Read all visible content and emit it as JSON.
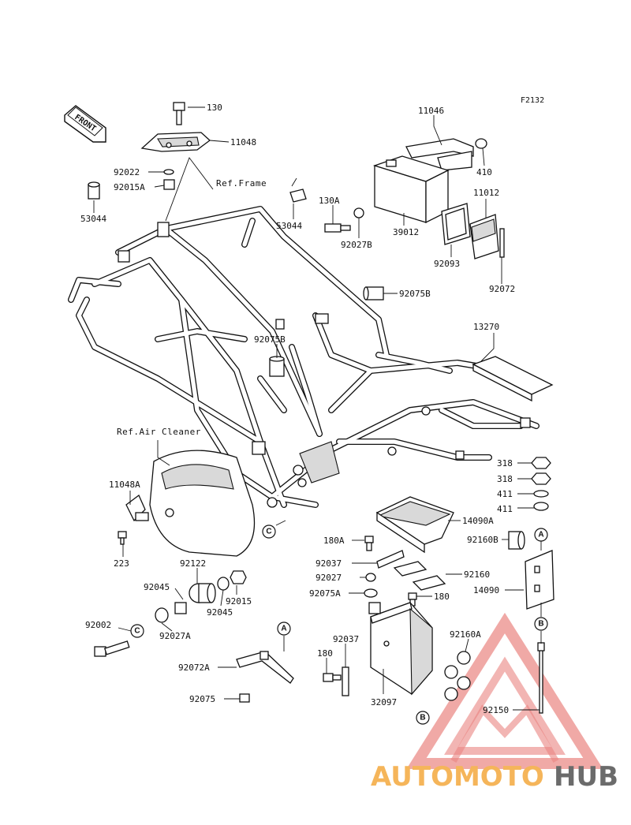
{
  "figure_code": "F2132",
  "front_badge": "FRONT",
  "references": {
    "frame": "Ref.Frame",
    "air_cleaner": "Ref.Air Cleaner"
  },
  "callouts": {
    "c": "C",
    "a": "A",
    "b": "B"
  },
  "parts": {
    "p130": "130",
    "p11048": "11048",
    "p92022": "92022",
    "p92015A": "92015A",
    "p53044_left": "53044",
    "p53044_right": "53044",
    "p130A": "130A",
    "p92027B": "92027B",
    "p11046": "11046",
    "p410": "410",
    "p39012": "39012",
    "p92093": "92093",
    "p11012": "11012",
    "p92072": "92072",
    "p92075B_top": "92075B",
    "p92075B_mid": "92075B",
    "p13270": "13270",
    "p318_a": "318",
    "p318_b": "318",
    "p411_a": "411",
    "p411_b": "411",
    "p14090A": "14090A",
    "p92160B": "92160B",
    "p14090": "14090",
    "p92160": "92160",
    "p180A": "180A",
    "p92037_top": "92037",
    "p92027": "92027",
    "p92075A": "92075A",
    "p180_right": "180",
    "p92160A": "92160A",
    "p92037_bottom": "92037",
    "p180_left": "180",
    "p32097": "32097",
    "p92150": "92150",
    "p11048A": "11048A",
    "p223": "223",
    "p92122": "92122",
    "p92045_left": "92045",
    "p92015": "92015",
    "p92045_bottom": "92045",
    "p92002": "92002",
    "p92027A": "92027A",
    "p92072A": "92072A",
    "p92075": "92075"
  },
  "watermark": {
    "word_highlight": "AUTOMOTO",
    "word_dark": "HUB",
    "color_red": "#e0423b",
    "color_orange": "#f5b55a",
    "color_gray": "#6b6b6b"
  }
}
